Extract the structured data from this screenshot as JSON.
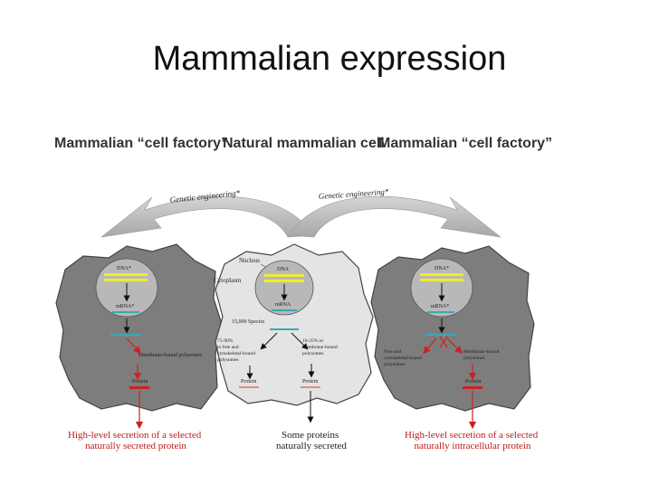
{
  "slide": {
    "title": "Mammalian expression"
  },
  "headers": {
    "left": "Mammalian “cell factory”",
    "center": "Natural mammalian cell",
    "right": "Mammalian “cell factory”"
  },
  "arrows": {
    "left_label": "Genetic engineering*",
    "right_label": "Genetic engineering*"
  },
  "left_cell": {
    "dna": "DNA*",
    "mrna": "mRNA*",
    "pathway": "Membrane-bound polysomes",
    "protein": "Protein",
    "caption": "High-level secretion of a selected naturally secreted protein"
  },
  "center_cell": {
    "nucleus": "Nucleus",
    "cytoplasm": "Cytoplasm",
    "dna": "DNA",
    "mrna": "mRNA",
    "species": "15,000 Species",
    "left_branch": "75-90% to free and cytoskeletal-bound polysomes",
    "right_branch": "10-25% to membrane-bound polysomes",
    "protein_left": "Protein",
    "protein_right": "Protein",
    "caption": "Some proteins naturally secreted"
  },
  "right_cell": {
    "dna": "DNA*",
    "mrna": "mRNA*",
    "left_branch": "Free and cytoskeletal-bound polysomes",
    "right_branch": "Membrane-bound polysomes",
    "protein": "Protein",
    "caption": "High-level secretion of a selected naturally intracellular protein"
  },
  "colors": {
    "cell_fill": "#7d7d7d",
    "center_fill": "#e4e4e4",
    "nucleus": "#b8b8b8",
    "red": "#d02020",
    "yellow": "#f2ec2a",
    "teal": "#3aa9b5"
  }
}
